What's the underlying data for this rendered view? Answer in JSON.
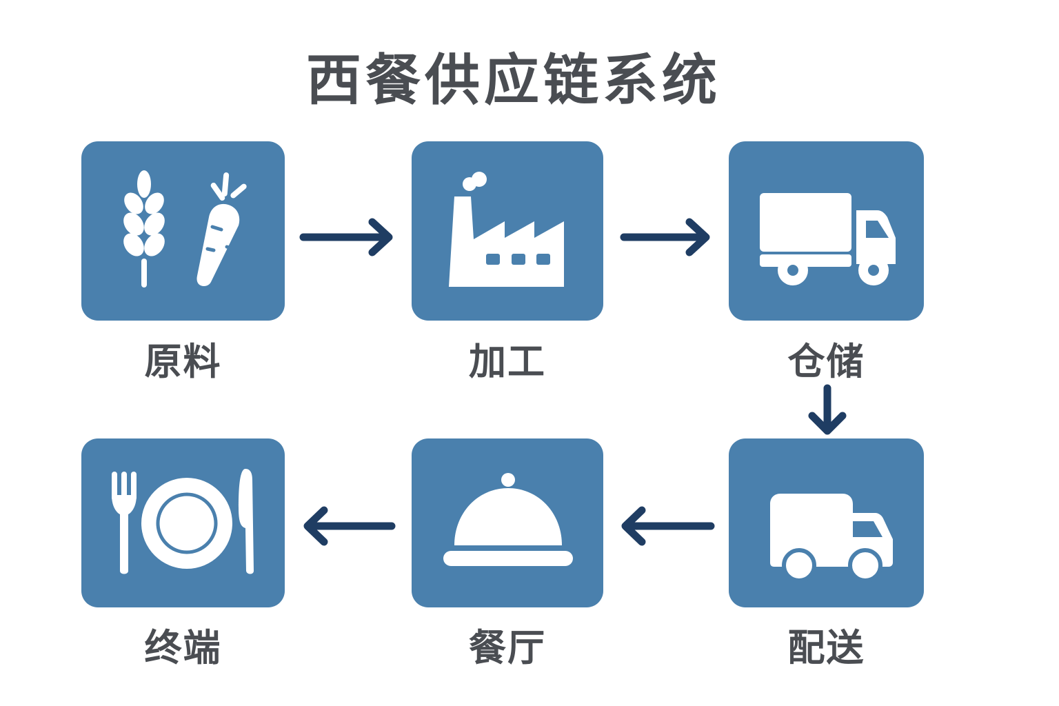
{
  "title": "西餐供应链系统",
  "colors": {
    "tile": "#4a80ad",
    "icon": "#ffffff",
    "arrow": "#1f3d63",
    "text": "#4a4d52"
  },
  "nodes": [
    {
      "id": "raw",
      "label": "原料",
      "icon": "wheat-carrot-icon"
    },
    {
      "id": "processing",
      "label": "加工",
      "icon": "factory-icon"
    },
    {
      "id": "storage",
      "label": "仓储",
      "icon": "truck-icon"
    },
    {
      "id": "delivery",
      "label": "配送",
      "icon": "delivery-van-icon"
    },
    {
      "id": "restaurant",
      "label": "餐厅",
      "icon": "cloche-icon"
    },
    {
      "id": "terminal",
      "label": "终端",
      "icon": "plate-fork-knife-icon"
    }
  ],
  "edges": [
    {
      "from": "原料",
      "to": "加工",
      "direction": "right"
    },
    {
      "from": "加工",
      "to": "仓储",
      "direction": "right"
    },
    {
      "from": "仓储",
      "to": "配送",
      "direction": "down"
    },
    {
      "from": "配送",
      "to": "餐厅",
      "direction": "left"
    },
    {
      "from": "餐厅",
      "to": "终端",
      "direction": "left"
    }
  ]
}
